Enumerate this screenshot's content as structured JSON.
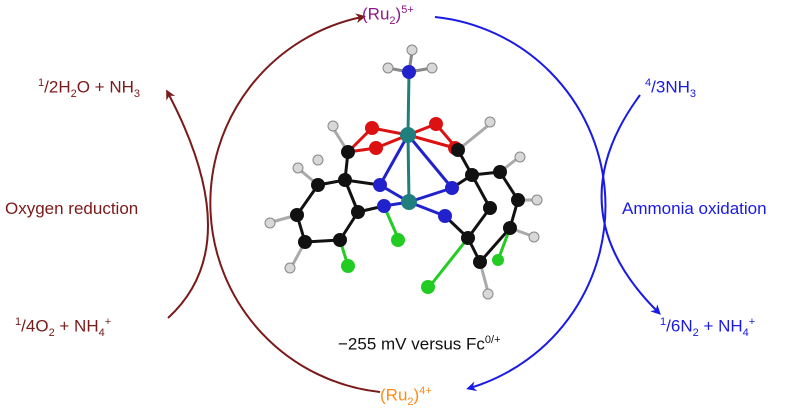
{
  "labels": {
    "top_state": {
      "base": "(Ru",
      "sub": "2",
      "close": ")",
      "sup": "5+"
    },
    "bottom_state": {
      "base": "(Ru",
      "sub": "2",
      "close": ")",
      "sup": "4+"
    },
    "left_top": {
      "frac_num": "1",
      "frac_den": "2",
      "h2o_a": "H",
      "h2o_sub": "2",
      "h2o_b": "O + NH",
      "nh3_sub": "3"
    },
    "left_middle": "Oxygen reduction",
    "left_bottom": {
      "frac_num": "1",
      "frac_den": "4",
      "o2_a": "O",
      "o2_sub": "2",
      "plus": " + NH",
      "nh4_sub": "4",
      "nh4_sup": "+"
    },
    "right_top": {
      "frac_num": "4",
      "frac_den": "3",
      "nh3_a": "NH",
      "nh3_sub": "3"
    },
    "right_middle": "Ammonia oxidation",
    "right_bottom": {
      "frac_num": "1",
      "frac_den": "6",
      "n2_a": "N",
      "n2_sub": "2",
      "plus": " + NH",
      "nh4_sub": "4",
      "nh4_sup": "+"
    },
    "potential": {
      "text": "−255 mV versus Fc",
      "sup": "0/+"
    }
  },
  "colors": {
    "oxygen_cycle": "#7a1a1a",
    "ammonia_cycle": "#1a1ae6",
    "ru_top": "#8b1a8b",
    "ru_bottom": "#ff8c1a",
    "ruthenium_atom": "#1f7f7f",
    "nitrogen_atom": "#2222cc",
    "oxygen_atom": "#dd1111",
    "carbon_atom": "#111111",
    "hydrogen_atom": "#d8d8d8",
    "chlorine_atom": "#22cc22"
  }
}
